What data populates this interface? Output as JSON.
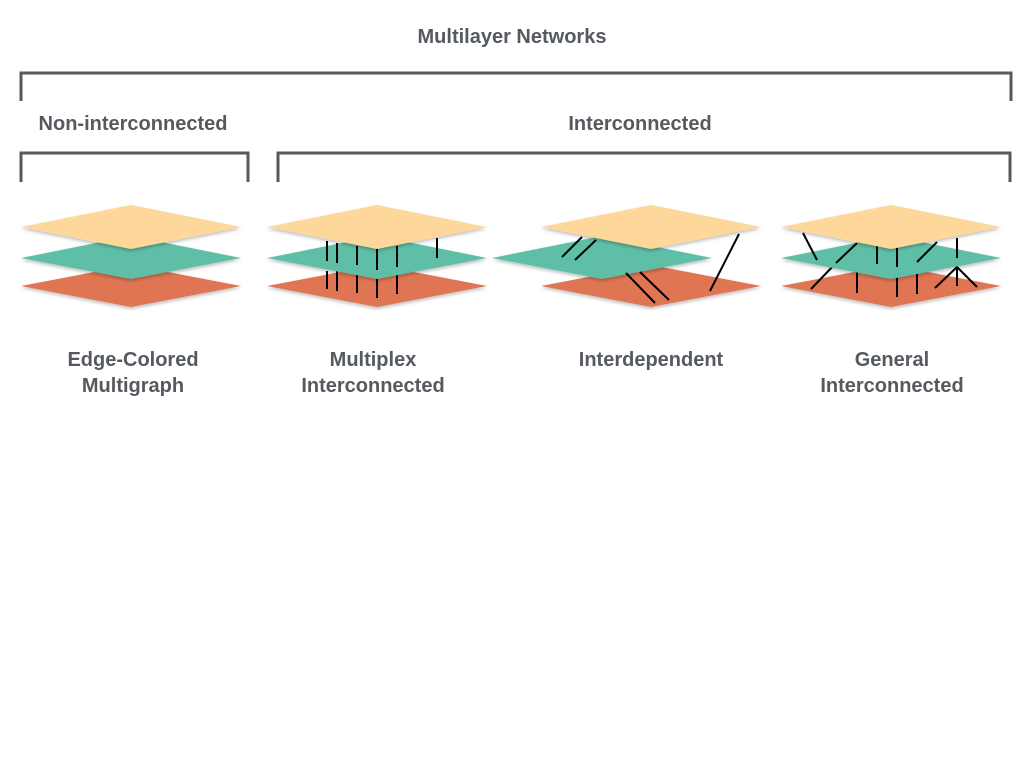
{
  "title": "Multilayer Networks",
  "groups": {
    "non_interconnected": "Non-interconnected",
    "interconnected": "Interconnected"
  },
  "panels": [
    {
      "line1": "Edge-Colored",
      "line2": "Multigraph"
    },
    {
      "line1": "Multiplex",
      "line2": "Interconnected"
    },
    {
      "line1": "Interdependent",
      "line2": ""
    },
    {
      "line1": "General",
      "line2": "Interconnected"
    }
  ],
  "colors": {
    "top_layer": "#fdd89a",
    "middle_layer": "#5fbfa6",
    "bottom_layer": "#e07452",
    "bracket": "#555a60",
    "links": "#000000"
  }
}
